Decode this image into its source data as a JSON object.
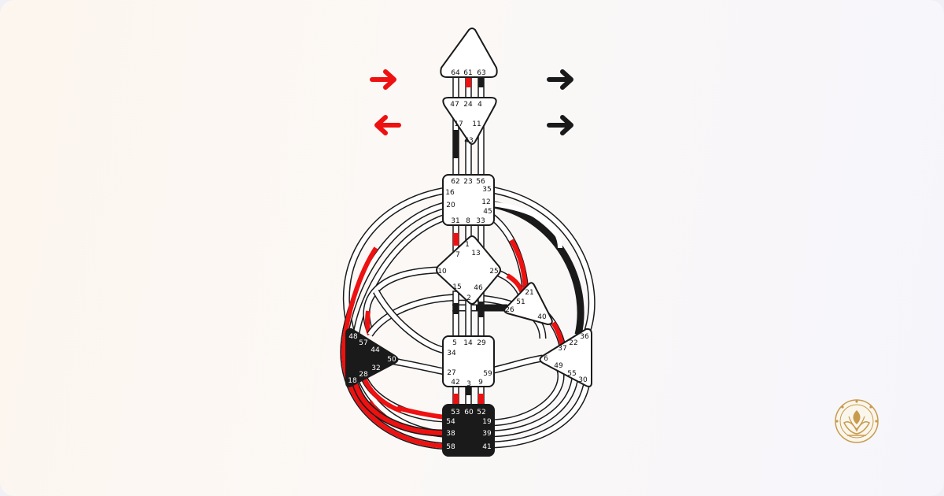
{
  "colors": {
    "red": "#ee1111",
    "black": "#1a1a1a",
    "outline": "#1a1a1a",
    "center_fill": "#ffffff",
    "defined_fill": "#1a1a1a",
    "logo_gold": "#c79b4f"
  },
  "arrows": [
    {
      "name": "arrow-top-left",
      "direction": "right",
      "color": "#ee1111"
    },
    {
      "name": "arrow-bottom-left",
      "direction": "left",
      "color": "#ee1111"
    },
    {
      "name": "arrow-top-right",
      "direction": "right",
      "color": "#1a1a1a"
    },
    {
      "name": "arrow-bottom-right",
      "direction": "right",
      "color": "#1a1a1a"
    }
  ],
  "centers": {
    "head": {
      "defined": false,
      "gates": [
        "64",
        "61",
        "63"
      ]
    },
    "ajna": {
      "defined": false,
      "gates": [
        "47",
        "24",
        "4",
        "17",
        "11",
        "43"
      ]
    },
    "throat": {
      "defined": false,
      "gates": [
        "62",
        "23",
        "56",
        "16",
        "35",
        "20",
        "12",
        "45",
        "31",
        "8",
        "33"
      ]
    },
    "g": {
      "defined": false,
      "gates": [
        "1",
        "7",
        "13",
        "10",
        "25",
        "15",
        "46",
        "2"
      ]
    },
    "ego": {
      "defined": false,
      "gates": [
        "21",
        "51",
        "26",
        "40"
      ]
    },
    "spleen": {
      "defined": true,
      "gates": [
        "48",
        "57",
        "44",
        "50",
        "32",
        "28",
        "18"
      ]
    },
    "sacral": {
      "defined": false,
      "gates": [
        "5",
        "14",
        "29",
        "34",
        "27",
        "59",
        "42",
        "3",
        "9"
      ]
    },
    "solar": {
      "defined": false,
      "gates": [
        "36",
        "22",
        "37",
        "6",
        "49",
        "55",
        "30"
      ]
    },
    "root": {
      "defined": true,
      "gates": [
        "53",
        "60",
        "52",
        "54",
        "19",
        "38",
        "39",
        "58",
        "41"
      ]
    }
  },
  "logo": {
    "icon": "lotus-flame-icon"
  }
}
